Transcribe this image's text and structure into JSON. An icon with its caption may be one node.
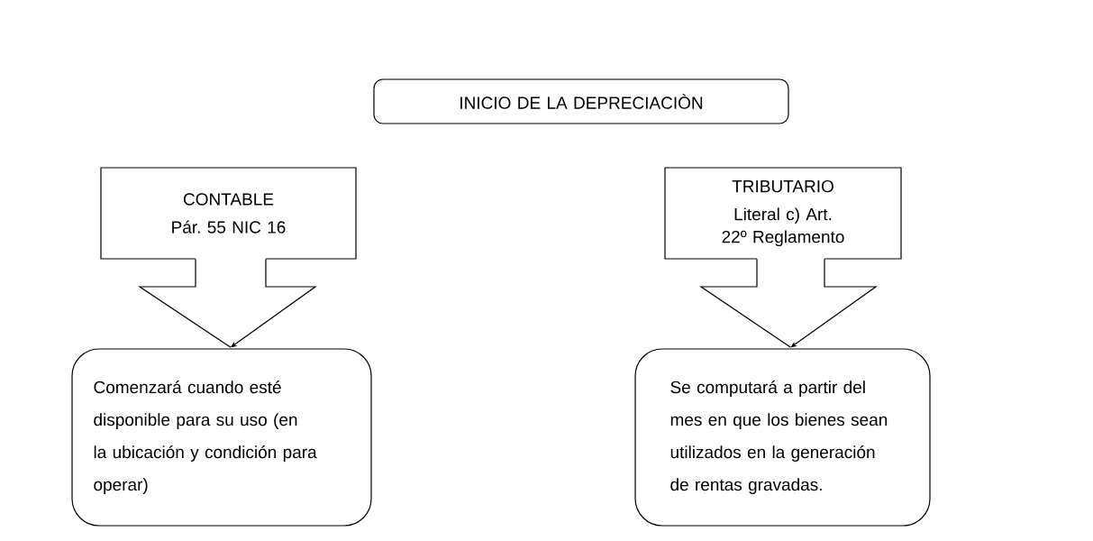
{
  "diagram": {
    "nodes": [
      {
        "text": [
          "INICIO DE LA DEPRECIACIÒN"
        ]
      },
      {
        "text": [
          "CONTABLE",
          "Pár. 55 NIC 16"
        ]
      },
      {
        "text": [
          "TRIBUTARIO",
          "Literal c) Art. 22º Reglamento"
        ]
      },
      {
        "text": [
          "Comenzará cuando esté disponible para su uso (en la ubicación y condición para operar)"
        ]
      },
      {
        "text": [
          "Se computará a partir del mes en que los bienes sean utilizados en la generación de rentas gravadas."
        ]
      }
    ],
    "edges": [
      {
        "from": 1,
        "to": 3,
        "arrow": "to"
      },
      {
        "from": 2,
        "to": 4,
        "arrow": "to"
      }
    ]
  }
}
